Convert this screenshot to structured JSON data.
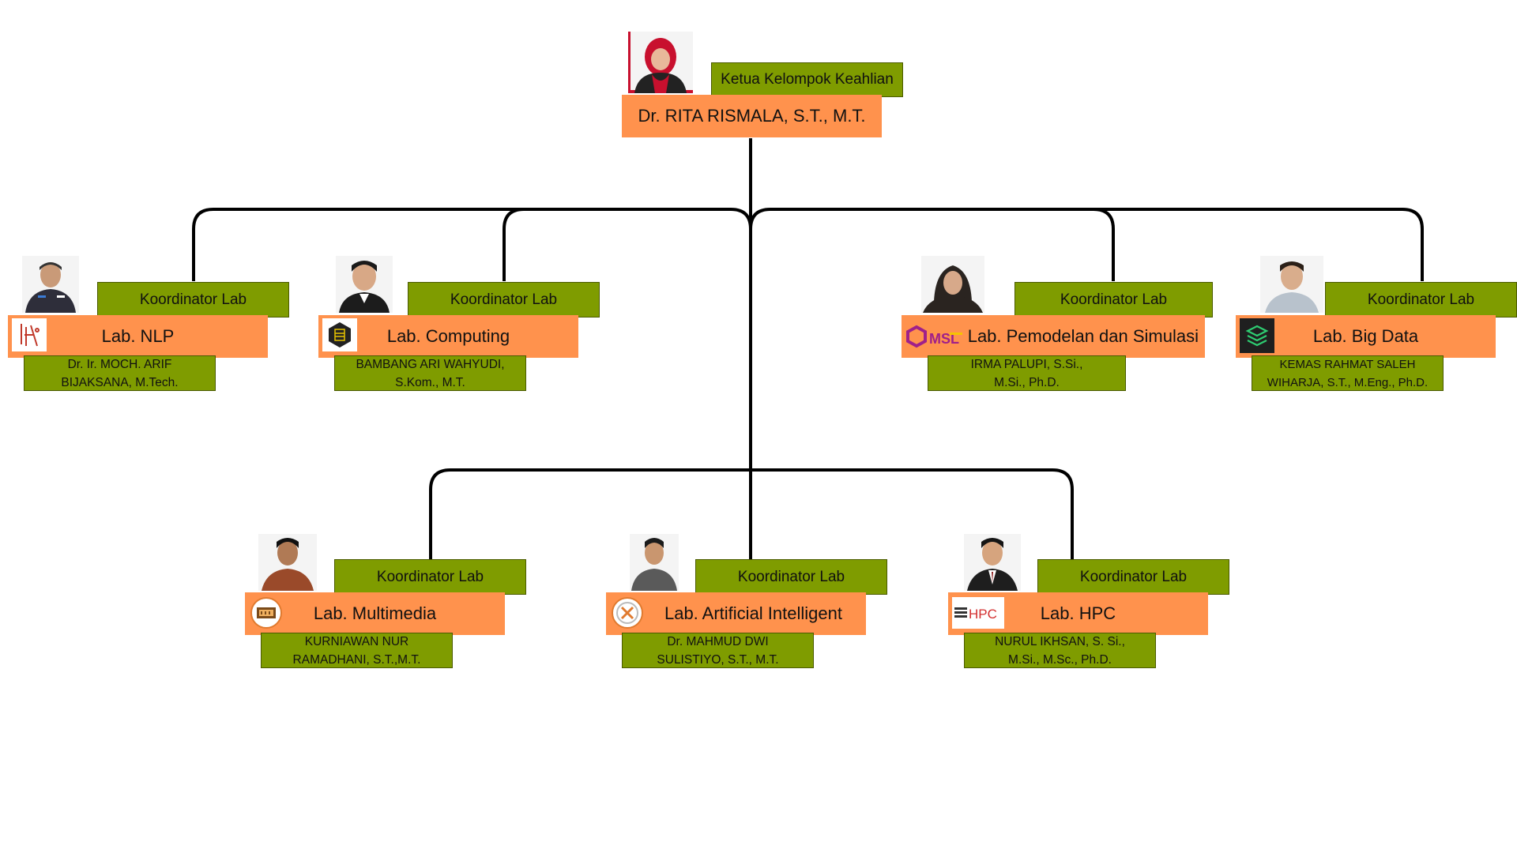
{
  "head": {
    "role": "Ketua Kelompok Keahlian",
    "name": "Dr. RITA RISMALA, S.T., M.T."
  },
  "labs": [
    {
      "role": "Koordinator Lab",
      "lab": "Lab. NLP",
      "name_line1": "Dr. Ir. MOCH. ARIF",
      "name_line2": "BIJAKSANA, M.Tech.",
      "logo_icon": "nlp-logo-icon"
    },
    {
      "role": "Koordinator Lab",
      "lab": "Lab. Computing",
      "name_line1": "BAMBANG ARI WAHYUDI,",
      "name_line2": "S.Kom., M.T.",
      "logo_icon": "computing-logo-icon"
    },
    {
      "role": "Koordinator Lab",
      "lab": "Lab. Pemodelan dan Simulasi",
      "name_line1": "IRMA PALUPI, S.Si.,",
      "name_line2": "M.Si., Ph.D.",
      "logo_icon": "msl-logo-icon",
      "logo_text": "MSL"
    },
    {
      "role": "Koordinator Lab",
      "lab": "Lab. Big Data",
      "name_line1": "KEMAS RAHMAT SALEH",
      "name_line2": "WIHARJA, S.T., M.Eng., Ph.D.",
      "logo_icon": "big-data-logo-icon"
    },
    {
      "role": "Koordinator Lab",
      "lab": "Lab. Multimedia",
      "name_line1": "KURNIAWAN NUR",
      "name_line2": "RAMADHANI, S.T.,M.T.",
      "logo_icon": "multimedia-logo-icon"
    },
    {
      "role": "Koordinator Lab",
      "lab": "Lab. Artificial Intelligent",
      "name_line1": "Dr. MAHMUD DWI",
      "name_line2": "SULISTIYO, S.T., M.T.",
      "logo_icon": "ai-logo-icon"
    },
    {
      "role": "Koordinator Lab",
      "lab": "Lab. HPC",
      "name_line1": "NURUL IKHSAN, S. Si.,",
      "name_line2": "M.Si., M.Sc., Ph.D.",
      "logo_icon": "hpc-logo-icon",
      "logo_text": "HPC"
    }
  ],
  "colors": {
    "lab_box": "#ff924d",
    "role_box": "#7f9c00",
    "connector": "#000000"
  }
}
